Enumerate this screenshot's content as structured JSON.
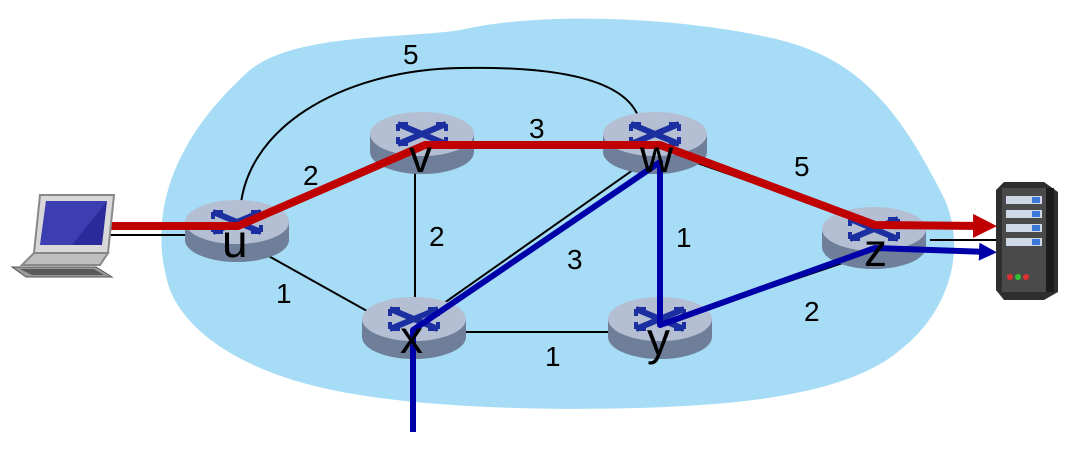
{
  "colors": {
    "cloud": "#a6dcf5",
    "router_body": "#6f7f99",
    "router_top": "#b4bfd4",
    "router_x": "#1c2fa0",
    "red_path": "#c00000",
    "blue_path": "#0000a8",
    "edge": "#000000"
  },
  "nodes": [
    {
      "id": "u",
      "label": "u"
    },
    {
      "id": "v",
      "label": "v"
    },
    {
      "id": "w",
      "label": "w"
    },
    {
      "id": "x",
      "label": "x"
    },
    {
      "id": "y",
      "label": "y"
    },
    {
      "id": "z",
      "label": "z"
    }
  ],
  "edges": [
    {
      "from": "u",
      "to": "v",
      "weight": "2"
    },
    {
      "from": "u",
      "to": "w",
      "weight": "5"
    },
    {
      "from": "u",
      "to": "x",
      "weight": "1"
    },
    {
      "from": "v",
      "to": "w",
      "weight": "3"
    },
    {
      "from": "v",
      "to": "x",
      "weight": "2"
    },
    {
      "from": "w",
      "to": "x",
      "weight": "3"
    },
    {
      "from": "w",
      "to": "y",
      "weight": "1"
    },
    {
      "from": "w",
      "to": "z",
      "weight": "5"
    },
    {
      "from": "x",
      "to": "y",
      "weight": "1"
    },
    {
      "from": "y",
      "to": "z",
      "weight": "2"
    }
  ],
  "icons": {
    "source": "laptop-icon",
    "destination": "server-icon",
    "router": "router-icon"
  },
  "paths": {
    "red": [
      "u",
      "v",
      "w",
      "z"
    ],
    "blue": [
      "x",
      "w",
      "y",
      "z"
    ]
  }
}
